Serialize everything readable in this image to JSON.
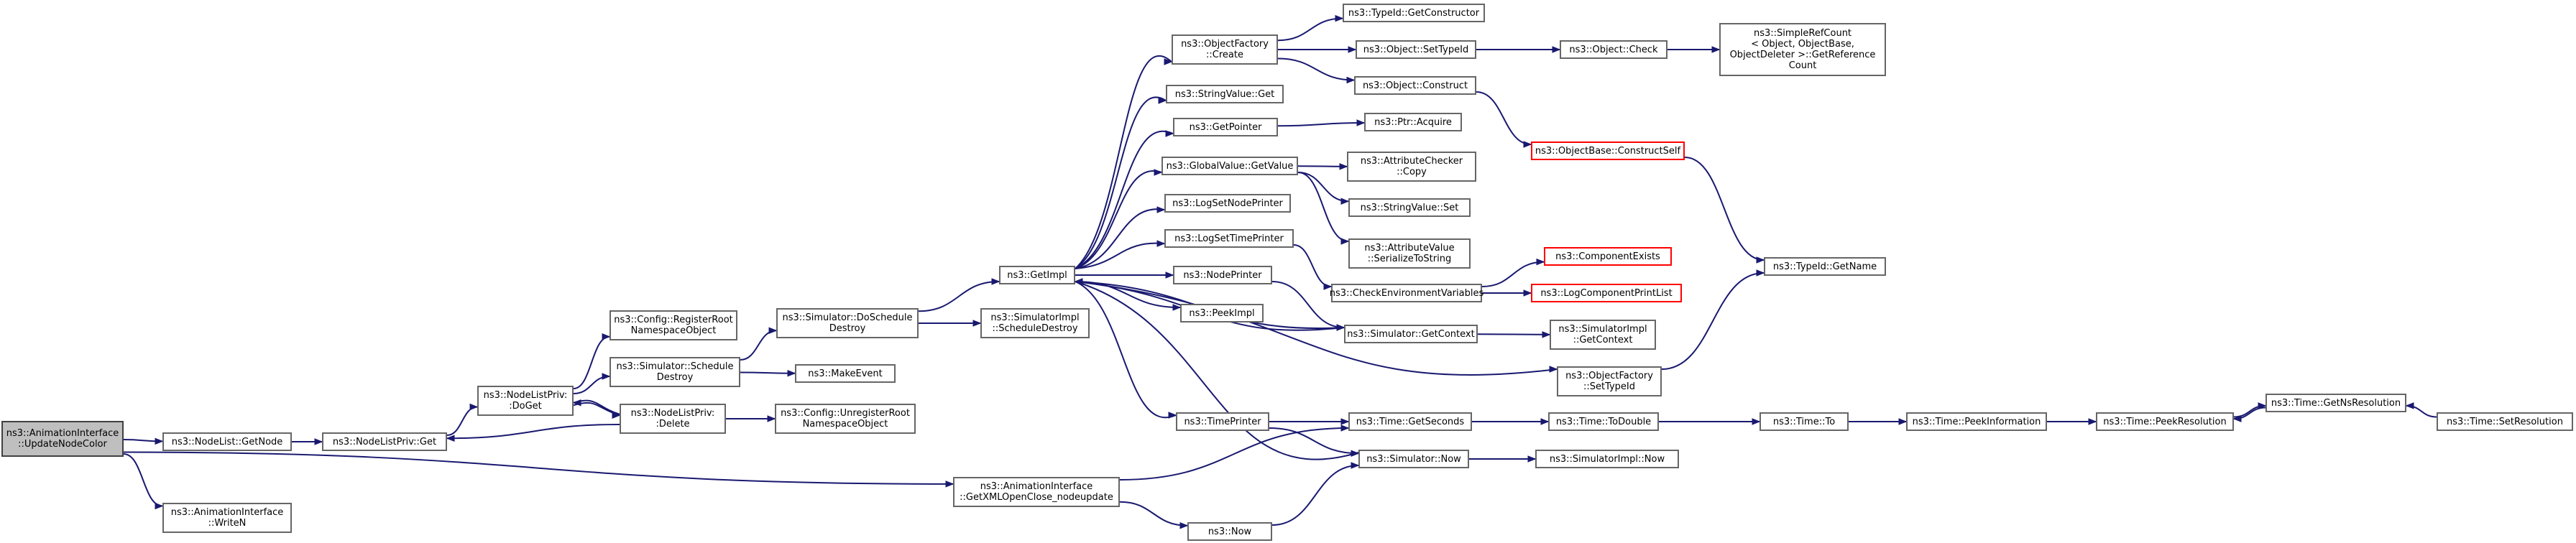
{
  "colors": {
    "edge": "#191970",
    "node_border": "#666666",
    "error_border": "#ff0000",
    "root_fill": "#bfbfbf"
  },
  "nodes": {
    "root": {
      "lines": [
        "ns3::AnimationInterface",
        "::UpdateNodeColor"
      ],
      "root": true
    },
    "nodelist_getnode": {
      "lines": [
        "ns3::NodeList::GetNode"
      ]
    },
    "nodelistpriv_get": {
      "lines": [
        "ns3::NodeListPriv::Get"
      ]
    },
    "nodelistpriv_doget": {
      "lines": [
        "ns3::NodeListPriv:",
        ":DoGet"
      ]
    },
    "config_register": {
      "lines": [
        "ns3::Config::RegisterRoot",
        "NamespaceObject"
      ]
    },
    "sim_schedule_destroy": {
      "lines": [
        "ns3::Simulator::Schedule",
        "Destroy"
      ]
    },
    "nodelistpriv_delete": {
      "lines": [
        "ns3::NodeListPriv:",
        ":Delete"
      ]
    },
    "config_unregister": {
      "lines": [
        "ns3::Config::UnregisterRoot",
        "NamespaceObject"
      ]
    },
    "sim_doschedule_destroy": {
      "lines": [
        "ns3::Simulator::DoSchedule",
        "Destroy"
      ]
    },
    "make_event": {
      "lines": [
        "ns3::MakeEvent"
      ]
    },
    "simimpl_schedule_destroy": {
      "lines": [
        "ns3::SimulatorImpl",
        "::ScheduleDestroy"
      ]
    },
    "getimpl": {
      "lines": [
        "ns3::GetImpl"
      ]
    },
    "objfactory_create": {
      "lines": [
        "ns3::ObjectFactory",
        "::Create"
      ]
    },
    "typeid_getconstructor": {
      "lines": [
        "ns3::TypeId::GetConstructor"
      ]
    },
    "object_settypeid": {
      "lines": [
        "ns3::Object::SetTypeId"
      ]
    },
    "object_check": {
      "lines": [
        "ns3::Object::Check"
      ]
    },
    "simplerefcount": {
      "lines": [
        "ns3::SimpleRefCount",
        "< Object, ObjectBase,",
        "ObjectDeleter >::GetReference",
        "Count"
      ]
    },
    "object_construct": {
      "lines": [
        "ns3::Object::Construct"
      ]
    },
    "objectbase_constructself": {
      "lines": [
        "ns3::ObjectBase::ConstructSelf"
      ],
      "error": true
    },
    "stringvalue_get": {
      "lines": [
        "ns3::StringValue::Get"
      ]
    },
    "getpointer": {
      "lines": [
        "ns3::GetPointer"
      ]
    },
    "ptr_acquire": {
      "lines": [
        "ns3::Ptr::Acquire"
      ]
    },
    "globalvalue_getvalue": {
      "lines": [
        "ns3::GlobalValue::GetValue"
      ]
    },
    "attrchecker_copy": {
      "lines": [
        "ns3::AttributeChecker",
        "::Copy"
      ]
    },
    "stringvalue_set": {
      "lines": [
        "ns3::StringValue::Set"
      ]
    },
    "attrvalue_serialize": {
      "lines": [
        "ns3::AttributeValue",
        "::SerializeToString"
      ]
    },
    "logsetnodeprinter": {
      "lines": [
        "ns3::LogSetNodePrinter"
      ]
    },
    "logsettimeprinter": {
      "lines": [
        "ns3::LogSetTimePrinter"
      ]
    },
    "checkenvvars": {
      "lines": [
        "ns3::CheckEnvironmentVariables"
      ]
    },
    "componentexists": {
      "lines": [
        "ns3::ComponentExists"
      ],
      "error": true
    },
    "logcomponentprintlist": {
      "lines": [
        "ns3::LogComponentPrintList"
      ],
      "error": true
    },
    "typeid_getname": {
      "lines": [
        "ns3::TypeId::GetName"
      ]
    },
    "nodeprinter": {
      "lines": [
        "ns3::NodePrinter"
      ]
    },
    "peekimpl": {
      "lines": [
        "ns3::PeekImpl"
      ]
    },
    "sim_getcontext": {
      "lines": [
        "ns3::Simulator::GetContext"
      ]
    },
    "simimpl_getcontext": {
      "lines": [
        "ns3::SimulatorImpl",
        "::GetContext"
      ]
    },
    "objfactory_settypeid": {
      "lines": [
        "ns3::ObjectFactory",
        "::SetTypeId"
      ]
    },
    "timeprinter": {
      "lines": [
        "ns3::TimePrinter"
      ]
    },
    "time_getseconds": {
      "lines": [
        "ns3::Time::GetSeconds"
      ]
    },
    "time_todouble": {
      "lines": [
        "ns3::Time::ToDouble"
      ]
    },
    "time_to": {
      "lines": [
        "ns3::Time::To"
      ]
    },
    "time_peekinformation": {
      "lines": [
        "ns3::Time::PeekInformation"
      ]
    },
    "time_peekresolution": {
      "lines": [
        "ns3::Time::PeekResolution"
      ]
    },
    "time_getnsresolution": {
      "lines": [
        "ns3::Time::GetNsResolution"
      ]
    },
    "time_setresolution": {
      "lines": [
        "ns3::Time::SetResolution"
      ]
    },
    "sim_now": {
      "lines": [
        "ns3::Simulator::Now"
      ]
    },
    "simimpl_now": {
      "lines": [
        "ns3::SimulatorImpl::Now"
      ]
    },
    "animiface_getxml": {
      "lines": [
        "ns3::AnimationInterface",
        "::GetXMLOpenClose_nodeupdate"
      ]
    },
    "now": {
      "lines": [
        "ns3::Now"
      ]
    },
    "animiface_writen": {
      "lines": [
        "ns3::AnimationInterface",
        "::WriteN"
      ]
    }
  }
}
